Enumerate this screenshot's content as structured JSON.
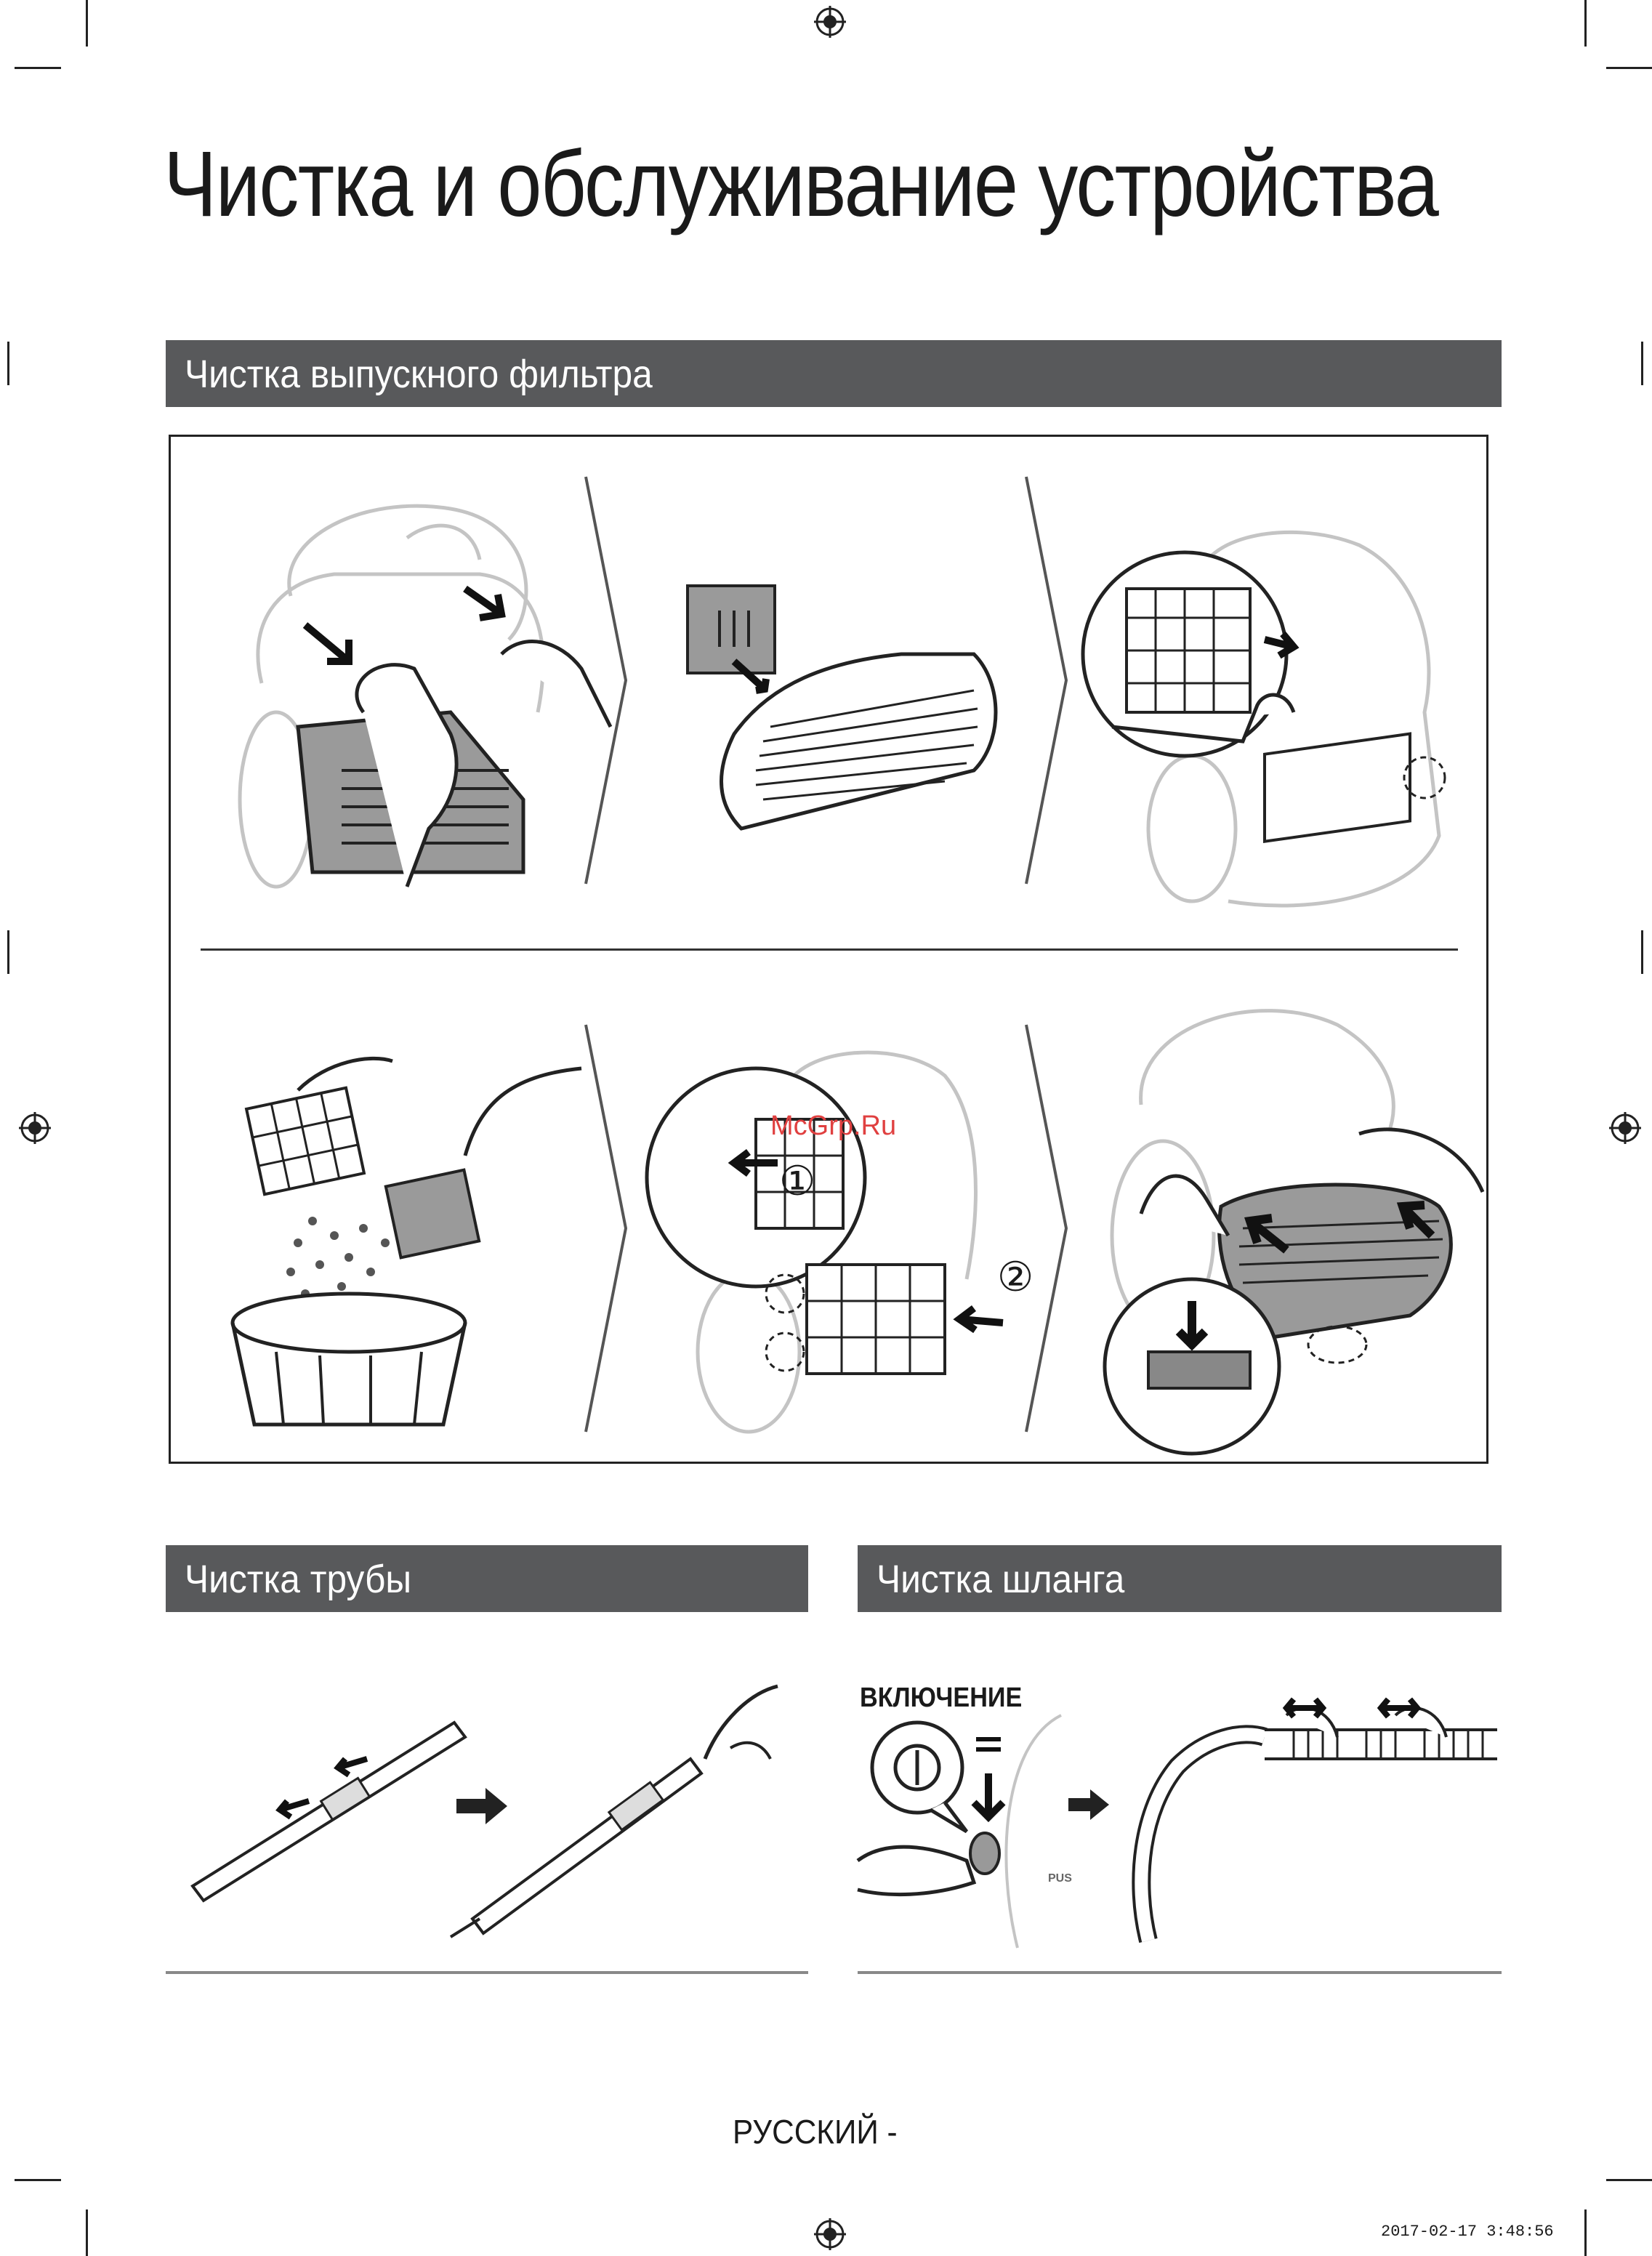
{
  "page": {
    "title": "Чистка и обслуживание устройства",
    "footer": "РУССКИЙ -",
    "timestamp": "2017-02-17   3:48:56",
    "watermark": "McGrp.Ru"
  },
  "sections": {
    "exhaust_filter": {
      "heading": "Чистка выпускного фильтра"
    },
    "pipe": {
      "heading": "Чистка трубы"
    },
    "hose": {
      "heading": "Чистка шланга",
      "power_label": "ВКЛЮЧЕНИЕ",
      "button_text": "PUS"
    }
  },
  "steps": {
    "step_markers": [
      "①",
      "②"
    ]
  },
  "icons": {
    "registration": "crosshair-registration-icon",
    "arrow": "arrow-right-icon",
    "power": "power-symbol-icon"
  },
  "colors": {
    "section_bar": "#58595b",
    "line_art": "#222222",
    "faded_art": "#bdbdbd",
    "panel_fill": "#9a9a9a"
  }
}
